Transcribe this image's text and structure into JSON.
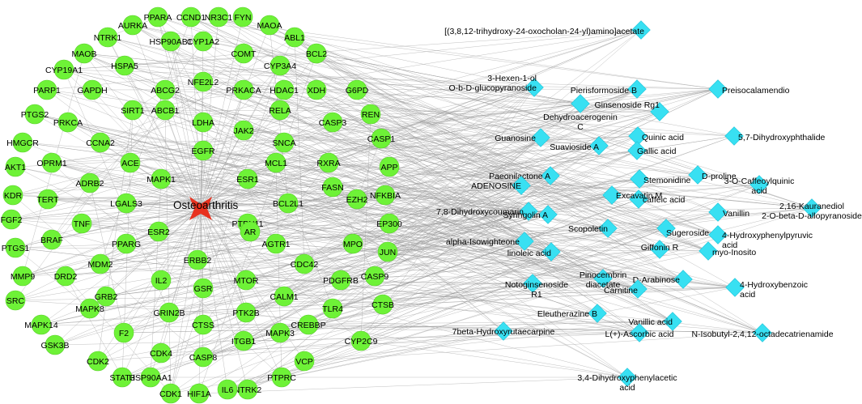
{
  "hub": {
    "label": "Osteoarthritis"
  },
  "targets": [
    "PPARA",
    "CCND1",
    "NR3C1",
    "FYN",
    "AURKA",
    "MAOA",
    "NTRK1",
    "HSP90AB1",
    "CYP1A2",
    "ABL1",
    "MAOB",
    "COMT",
    "BCL2",
    "HSPA5",
    "CYP19A1",
    "CYP3A4",
    "XDH",
    "GAPDH",
    "NFE2L2",
    "PARP1",
    "ABCG2",
    "PRKACA",
    "HDAC1",
    "G6PD",
    "SIRT1",
    "PTGS2",
    "PRKCA",
    "ABCB1",
    "LDHA",
    "RELA",
    "REN",
    "CASP3",
    "JAK2",
    "HMGCR",
    "CCNA2",
    "SNCA",
    "CASP1",
    "EGFR",
    "ACE",
    "OPRM1",
    "AKT1",
    "RXRA",
    "MCL1",
    "MAPK1",
    "APP",
    "ADRB2",
    "ESR1",
    "FASN",
    "KDR",
    "TERT",
    "LGALS3",
    "NFKBIA",
    "BCL2L1",
    "EZH2",
    "FGF2",
    "TNF",
    "PTPN11",
    "EP300",
    "AR",
    "BRAF",
    "ESR2",
    "PTGS1",
    "PPARG",
    "AGTR1",
    "MPO",
    "JUN",
    "ERBB2",
    "MDM2",
    "MMP9",
    "DRD2",
    "CDC42",
    "IL2",
    "PDGFRB",
    "CASP9",
    "MTOR",
    "GSR",
    "GRB2",
    "CALM1",
    "SRC",
    "MAPK8",
    "TLR4",
    "CTSB",
    "GRIN2B",
    "PTK2B",
    "MAPK14",
    "CTSS",
    "CREBBP",
    "F2",
    "MAPK3",
    "GSK3B",
    "ITGB1",
    "CYP2C9",
    "CDK4",
    "CASP8",
    "CDK2",
    "VCP",
    "STAT3",
    "HSP90AA1",
    "PTPRC",
    "CDK1",
    "NTRK2",
    "HIF1A",
    "IL6"
  ],
  "compounds": [
    {
      "lines": [
        "[(3,8,12-trihydroxy-24-oxocholan-24-yl)amino]acetate"
      ]
    },
    {
      "lines": [
        "3-Hexen-1-ol",
        "O-b-D-glucopyranoside"
      ]
    },
    {
      "lines": [
        "Dehydroacerogenin",
        "C"
      ]
    },
    {
      "lines": [
        "Pierisformoside B"
      ]
    },
    {
      "lines": [
        "Preisocalamendio"
      ]
    },
    {
      "lines": [
        "Ginsenoside Rg1"
      ]
    },
    {
      "lines": [
        "Guanosine"
      ]
    },
    {
      "lines": [
        "Suavioside A"
      ]
    },
    {
      "lines": [
        "Quinic acid"
      ]
    },
    {
      "lines": [
        "Gallic acid"
      ]
    },
    {
      "lines": [
        "5,7-Dihydroxyphthalide"
      ]
    },
    {
      "lines": [
        "Paeonilactone A"
      ]
    },
    {
      "lines": [
        "ADENOSINE"
      ]
    },
    {
      "lines": [
        "Stemonidine"
      ]
    },
    {
      "lines": [
        "D-proline"
      ]
    },
    {
      "lines": [
        "3-O-Caffeoylquinic",
        "acid"
      ]
    },
    {
      "lines": [
        "caffeic acid"
      ]
    },
    {
      "lines": [
        "Excavatin M"
      ]
    },
    {
      "lines": [
        "7,8-Dihydroxycoumarin"
      ]
    },
    {
      "lines": [
        "Syringolin A"
      ]
    },
    {
      "lines": [
        "Vanillin"
      ]
    },
    {
      "lines": [
        "2,16-Kauranediol",
        "2-O-beta-D-allopyranoside"
      ]
    },
    {
      "lines": [
        "Scopoletin"
      ]
    },
    {
      "lines": [
        "Sugeroside"
      ]
    },
    {
      "lines": [
        "4-Hydroxyphenylpyruvic",
        "acid"
      ]
    },
    {
      "lines": [
        "alpha-Isowighteone"
      ]
    },
    {
      "lines": [
        "Giffonin R"
      ]
    },
    {
      "lines": [
        "linoleic acid"
      ]
    },
    {
      "lines": [
        "myo-Inosito"
      ]
    },
    {
      "lines": [
        "Notoginsenoside",
        "R1"
      ]
    },
    {
      "lines": [
        "Pinocembrin",
        "diacetate"
      ]
    },
    {
      "lines": [
        "D-Arabinose"
      ]
    },
    {
      "lines": [
        "4-Hydroxybenzoic",
        "acid"
      ]
    },
    {
      "lines": [
        "Carnitine"
      ]
    },
    {
      "lines": [
        "Eleutherazine B"
      ]
    },
    {
      "lines": [
        "Vanillic acid"
      ]
    },
    {
      "lines": [
        "7beta-Hydroxyrutaecarpine"
      ]
    },
    {
      "lines": [
        "L(+)-Ascorbic acid"
      ]
    },
    {
      "lines": [
        "N-Isobutyl-2,4,12-octadecatrienamide"
      ]
    },
    {
      "lines": [
        "3,4-Dihydroxyphenylacetic",
        "acid"
      ]
    }
  ],
  "colors": {
    "target": "#6ef237",
    "compound": "#38e0f2",
    "hub": "#e8321f",
    "edge": "#9a9a9a"
  }
}
